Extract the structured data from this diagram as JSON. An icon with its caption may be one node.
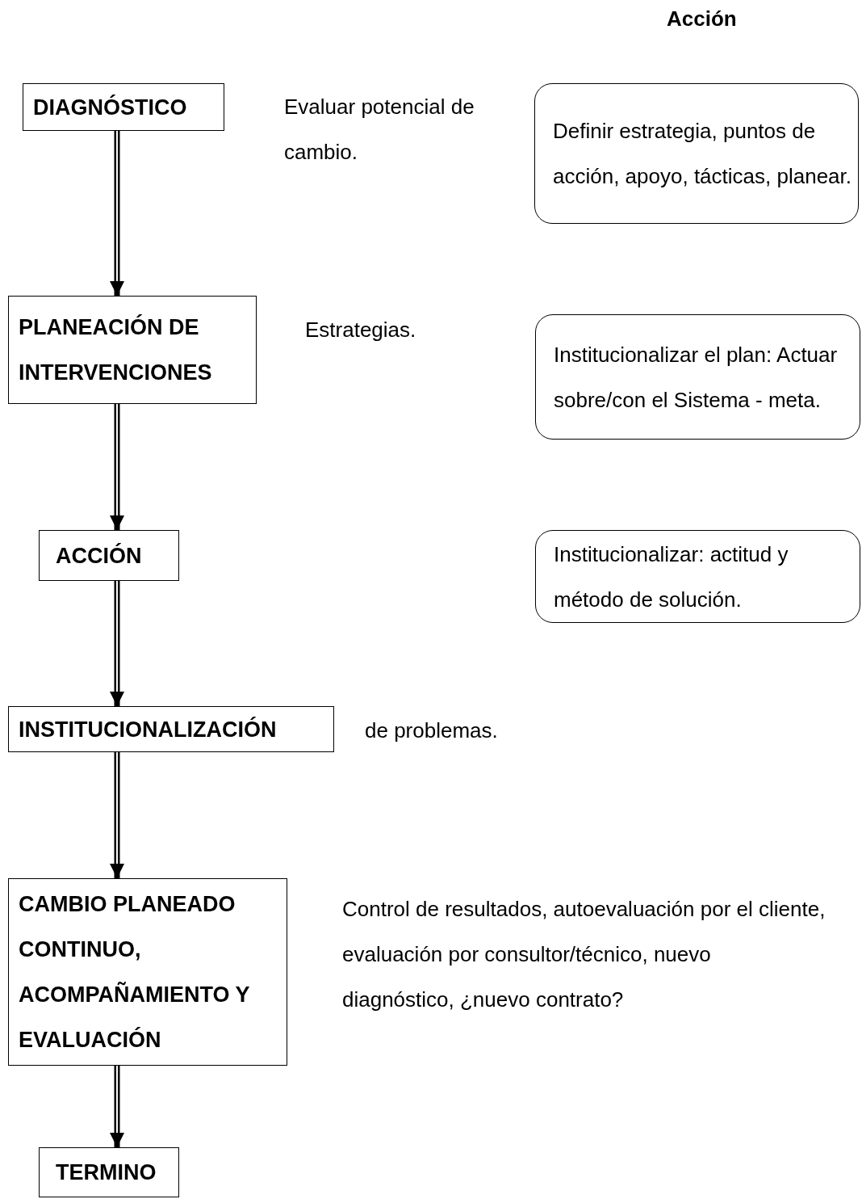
{
  "diagram": {
    "nodes": [
      {
        "text": [
          "DIAGNÓSTICO"
        ],
        "beside": [
          "Evaluar potencial de cambio."
        ]
      },
      {
        "text": [
          "Definir estrategia, puntos de acción, apoyo, tácticas, planear."
        ]
      },
      {
        "text": [
          "PLANEACIÓN DE INTERVENCIONES"
        ],
        "beside": [
          "Estrategias."
        ]
      },
      {
        "text": [
          "Institucionalizar el plan: Actuar sobre/con el Sistema - meta."
        ]
      },
      {
        "text": [
          "ACCIÓN"
        ]
      },
      {
        "text": [
          "Institucionalizar: actitud y método de solución."
        ]
      },
      {
        "text": [
          "INSTITUCIONALIZACIÓN"
        ],
        "beside": [
          "de problemas."
        ]
      },
      {
        "text": [
          "CAMBIO PLANEADO CONTINUO, ACOMPAÑAMIENTO Y EVALUACIÓN"
        ],
        "beside": [
          "Control de resultados, autoevaluación por el cliente, evaluación por consultor/técnico, nuevo diagnóstico, ¿nuevo contrato?"
        ]
      },
      {
        "text": [
          "TERMINO"
        ]
      }
    ],
    "edges": [
      {
        "from": 0,
        "to": 2,
        "arrow": "to"
      },
      {
        "from": 2,
        "to": 4,
        "arrow": "to"
      },
      {
        "from": 4,
        "to": 6,
        "arrow": "to"
      },
      {
        "from": 6,
        "to": 7,
        "arrow": "to"
      },
      {
        "from": 7,
        "to": 8,
        "arrow": "to"
      }
    ],
    "labels": [
      "Acción"
    ]
  }
}
